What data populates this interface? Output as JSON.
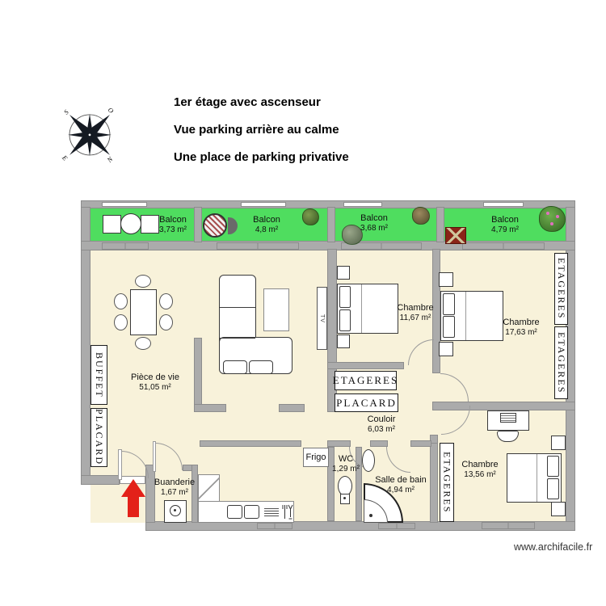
{
  "header": {
    "line1": "1er étage avec ascenseur",
    "line2": "Vue parking arrière au calme",
    "line3": "Une place de parking privative"
  },
  "compass": {
    "south": "S",
    "ouest": "O",
    "est": "E",
    "nord": "N"
  },
  "balconies": [
    {
      "label": "Balcon",
      "area": "3,73 m²"
    },
    {
      "label": "Balcon",
      "area": "4,8 m²"
    },
    {
      "label": "Balcon",
      "area": "3,68 m²"
    },
    {
      "label": "Balcon",
      "area": "4,79 m²"
    }
  ],
  "rooms": {
    "living": {
      "label": "Pièce de vie",
      "area": "51,05 m²"
    },
    "bedroom1": {
      "label": "Chambre",
      "area": "11,67 m²"
    },
    "bedroom2": {
      "label": "Chambre",
      "area": "17,63 m²"
    },
    "hallway": {
      "label": "Couloir",
      "area": "6,03 m²"
    },
    "wc": {
      "label": "WC",
      "area": "1,29 m²"
    },
    "bathroom": {
      "label": "Salle de bain",
      "area": "4,94 m²"
    },
    "bedroom3": {
      "label": "Chambre",
      "area": "13,56 m²"
    },
    "laundry": {
      "label": "Buanderie",
      "area": "1,67 m²"
    }
  },
  "fixtures": {
    "buffet": "BUFFET",
    "placard": "PLACARD",
    "etageres": "ETAGERES",
    "frigo": "Frigo",
    "tv": "TV"
  },
  "footer": {
    "website": "www.archifacile.fr"
  },
  "colors": {
    "balcony_green": "#4fdd5f",
    "room_cream": "#f8f2da",
    "wall_gray": "#ababab",
    "arrow_red": "#e32119",
    "text_black": "#111111"
  },
  "icons": [
    "compass-rose-icon",
    "entrance-arrow-icon",
    "bbq-grill-icon",
    "tree-icon",
    "plant-icon",
    "bush-icon",
    "planter-icon",
    "washing-machine-icon",
    "toilet-icon",
    "shower-icon",
    "sink-icon",
    "bed-icon",
    "sofa-icon",
    "dining-table-icon",
    "desk-icon",
    "kitchen-sink-icon",
    "cutlery-icon",
    "tv-icon",
    "fridge-icon"
  ]
}
